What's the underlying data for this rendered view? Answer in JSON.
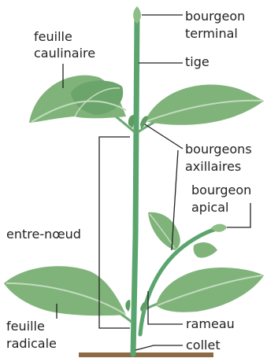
{
  "labels": {
    "bourgeon_terminal_1": "bourgeon",
    "bourgeon_terminal_2": "terminal",
    "tige": "tige",
    "feuille_caulinaire_1": "feuille",
    "feuille_caulinaire_2": "caulinaire",
    "bourgeons_axillaires_1": "bourgeons",
    "bourgeons_axillaires_2": "axillaires",
    "bourgeon_apical_1": "bourgeon",
    "bourgeon_apical_2": "apical",
    "entre_noeud": "entre-nœud",
    "feuille_radicale_1": "feuille",
    "feuille_radicale_2": "radicale",
    "rameau": "rameau",
    "collet": "collet"
  },
  "colors": {
    "leaf": "#7fb37a",
    "leaf_dark": "#5f9c62",
    "vein": "#c3dcbf",
    "stem": "#5aa46e",
    "ground": "#8b6a45",
    "line": "#222222"
  }
}
